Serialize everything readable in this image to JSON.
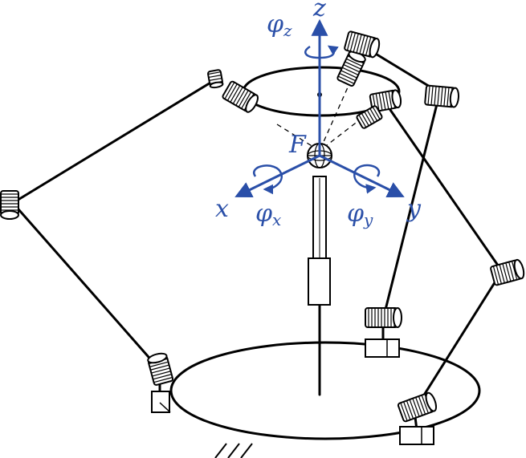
{
  "labels": {
    "z": "z",
    "phi_z": "φ",
    "phi_z_sub": "z",
    "force": "F",
    "x": "x",
    "y": "y",
    "phi_x": "φ",
    "phi_x_sub": "x",
    "phi_y": "φ",
    "phi_y_sub": "y"
  },
  "colors": {
    "accent": "#2a4fa8",
    "ink": "#000000",
    "background": "#ffffff"
  },
  "icons": {
    "joint": "cylindrical-joint-icon",
    "actuator": "linear-actuator-block-icon",
    "rotation": "rotation-arrow-icon",
    "ground": "ground-hatch-icon"
  }
}
